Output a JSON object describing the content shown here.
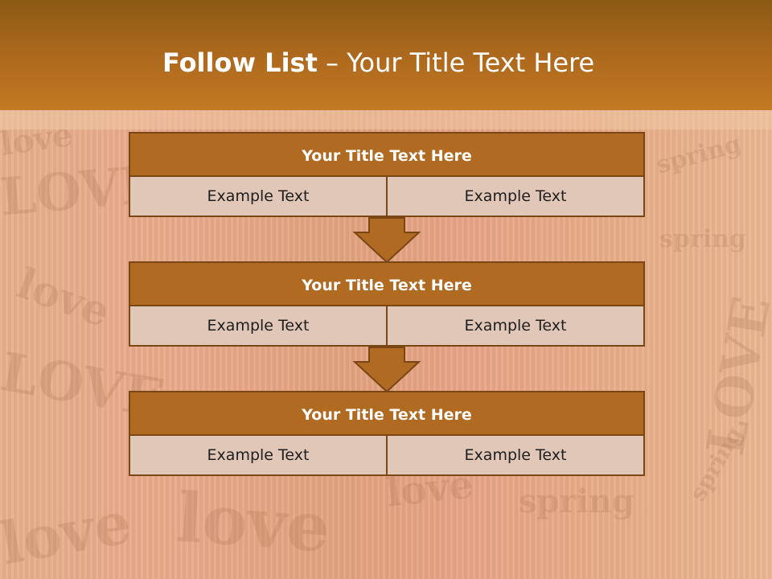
{
  "slide": {
    "title_bold": "Follow List",
    "title_rest": " – Your Title Text Here",
    "colors": {
      "header": "#b06a1e",
      "box_head": "#b06a22",
      "box_cell": "#e1c7b8",
      "border": "#7a4614",
      "arrow": "#b06a22"
    },
    "background_words": [
      "love",
      "LOVE",
      "spring",
      "love",
      "LOVE",
      "spring",
      "love",
      "spring",
      "LOVE",
      "love",
      "spring",
      "love"
    ]
  },
  "steps": [
    {
      "title": "Your Title Text Here",
      "left": "Example Text",
      "right": "Example Text"
    },
    {
      "title": "Your Title Text Here",
      "left": "Example Text",
      "right": "Example Text"
    },
    {
      "title": "Your Title Text Here",
      "left": "Example Text",
      "right": "Example Text"
    }
  ]
}
